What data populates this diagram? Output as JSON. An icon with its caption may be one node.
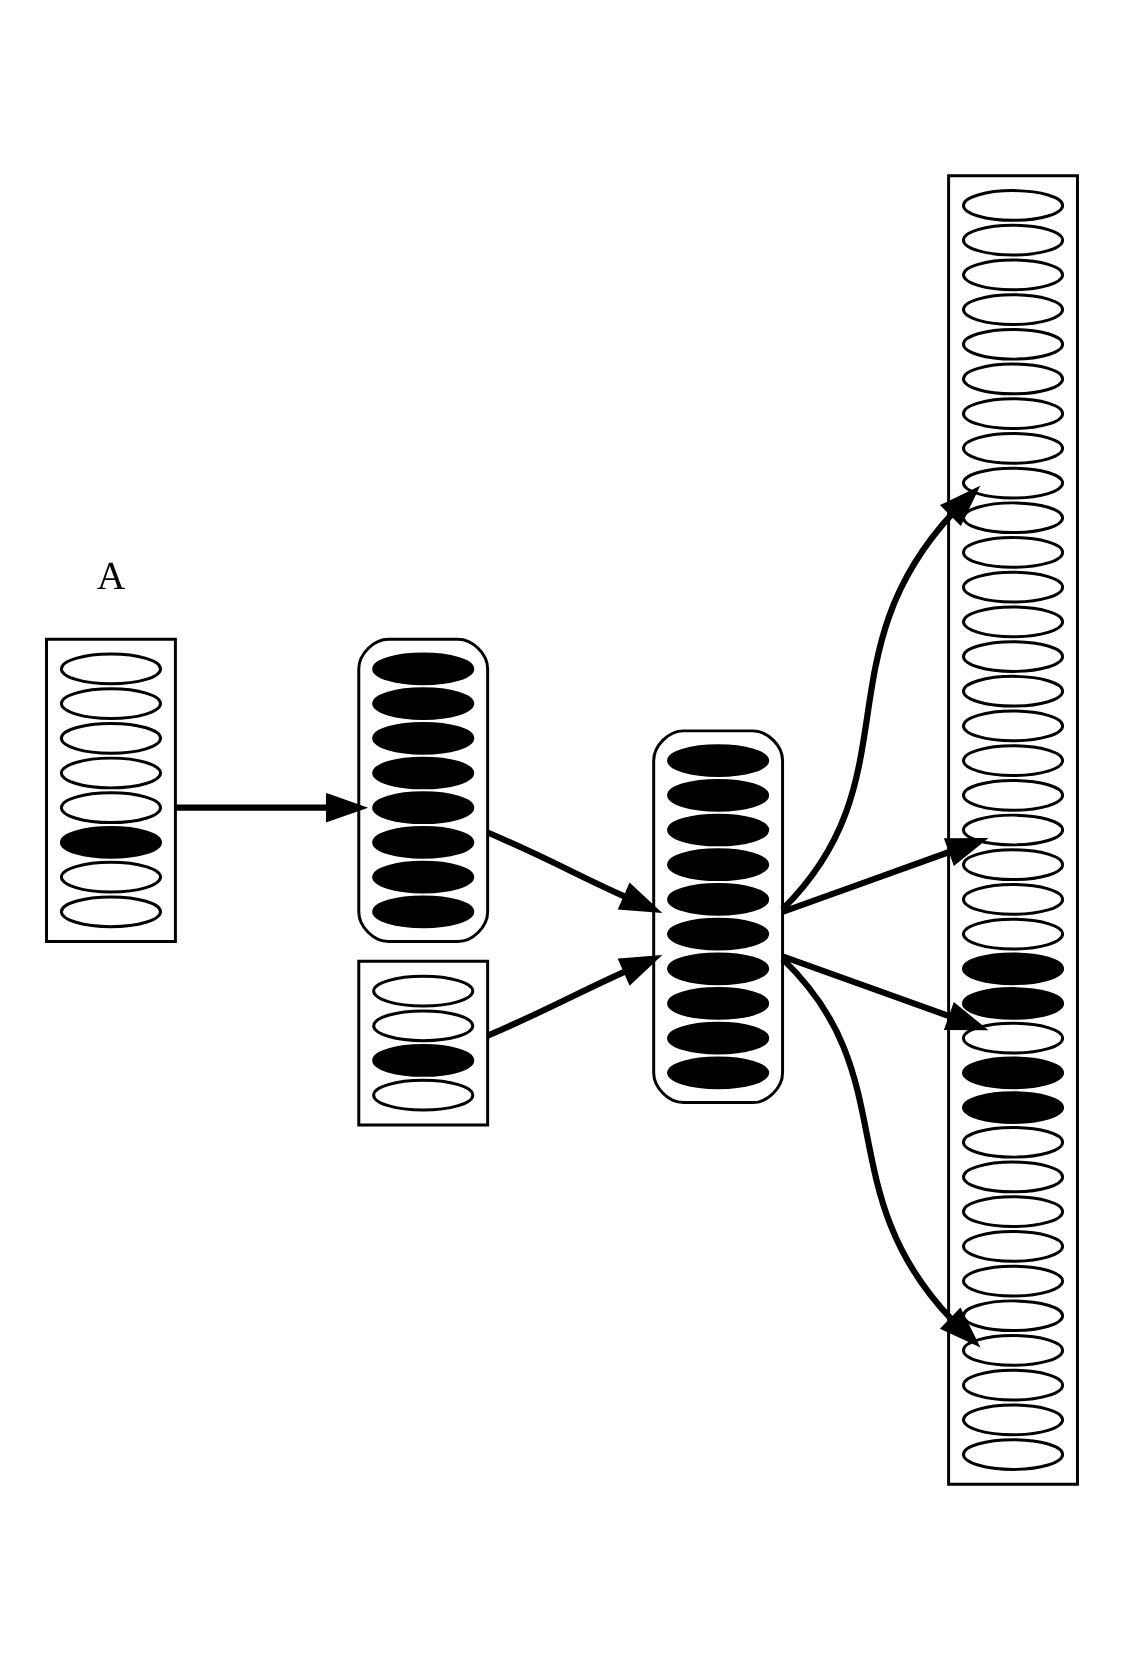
{
  "diagram": {
    "nodes": [
      {
        "text": [],
        "shape": "box"
      },
      {
        "text": [],
        "shape": "ellipse",
        "in": 0
      },
      {
        "text": [],
        "shape": "ellipse",
        "in": 0
      },
      {
        "text": [],
        "shape": "ellipse",
        "in": 0
      },
      {
        "text": [],
        "shape": "ellipse",
        "in": 0
      },
      {
        "text": [],
        "shape": "ellipse",
        "in": 0
      },
      {
        "text": [],
        "shape": "disc",
        "in": 0
      },
      {
        "text": [],
        "shape": "ellipse",
        "in": 0
      },
      {
        "text": [],
        "shape": "ellipse",
        "in": 0
      },
      {
        "text": [],
        "shape": "box"
      },
      {
        "text": [],
        "shape": "ellipse",
        "in": 9
      },
      {
        "text": [],
        "shape": "ellipse",
        "in": 9
      },
      {
        "text": [],
        "shape": "disc",
        "in": 9
      },
      {
        "text": [],
        "shape": "ellipse",
        "in": 9
      },
      {
        "text": [],
        "shape": "ellipse"
      },
      {
        "text": [],
        "shape": "disc",
        "in": 14
      },
      {
        "text": [],
        "shape": "disc",
        "in": 14
      },
      {
        "text": [],
        "shape": "disc",
        "in": 14
      },
      {
        "text": [],
        "shape": "disc",
        "in": 14
      },
      {
        "text": [],
        "shape": "disc",
        "in": 14
      },
      {
        "text": [],
        "shape": "disc",
        "in": 14
      },
      {
        "text": [],
        "shape": "disc",
        "in": 14
      },
      {
        "text": [],
        "shape": "disc",
        "in": 14
      },
      {
        "text": [],
        "shape": "ellipse"
      },
      {
        "text": [],
        "shape": "disc",
        "in": 23
      },
      {
        "text": [],
        "shape": "disc",
        "in": 23
      },
      {
        "text": [],
        "shape": "disc",
        "in": 23
      },
      {
        "text": [],
        "shape": "disc",
        "in": 23
      },
      {
        "text": [],
        "shape": "disc",
        "in": 23
      },
      {
        "text": [],
        "shape": "disc",
        "in": 23
      },
      {
        "text": [],
        "shape": "disc",
        "in": 23
      },
      {
        "text": [],
        "shape": "disc",
        "in": 23
      },
      {
        "text": [],
        "shape": "disc",
        "in": 23
      },
      {
        "text": [],
        "shape": "disc",
        "in": 23
      },
      {
        "text": [],
        "shape": "box"
      },
      {
        "text": [],
        "shape": "ellipse",
        "in": 34
      },
      {
        "text": [],
        "shape": "ellipse",
        "in": 34
      },
      {
        "text": [],
        "shape": "ellipse",
        "in": 34
      },
      {
        "text": [],
        "shape": "ellipse",
        "in": 34
      },
      {
        "text": [],
        "shape": "ellipse",
        "in": 34
      },
      {
        "text": [],
        "shape": "ellipse",
        "in": 34
      },
      {
        "text": [],
        "shape": "ellipse",
        "in": 34
      },
      {
        "text": [],
        "shape": "ellipse",
        "in": 34
      },
      {
        "text": [],
        "shape": "ellipse",
        "in": 34
      },
      {
        "text": [],
        "shape": "ellipse",
        "in": 34
      },
      {
        "text": [],
        "shape": "ellipse",
        "in": 34
      },
      {
        "text": [],
        "shape": "ellipse",
        "in": 34
      },
      {
        "text": [],
        "shape": "ellipse",
        "in": 34
      },
      {
        "text": [],
        "shape": "ellipse",
        "in": 34
      },
      {
        "text": [],
        "shape": "ellipse",
        "in": 34
      },
      {
        "text": [],
        "shape": "ellipse",
        "in": 34
      },
      {
        "text": [],
        "shape": "ellipse",
        "in": 34
      },
      {
        "text": [],
        "shape": "ellipse",
        "in": 34
      },
      {
        "text": [],
        "shape": "ellipse",
        "in": 34
      },
      {
        "text": [],
        "shape": "ellipse",
        "in": 34
      },
      {
        "text": [],
        "shape": "ellipse",
        "in": 34
      },
      {
        "text": [],
        "shape": "ellipse",
        "in": 34
      },
      {
        "text": [],
        "shape": "disc",
        "in": 34
      },
      {
        "text": [],
        "shape": "disc",
        "in": 34
      },
      {
        "text": [],
        "shape": "ellipse",
        "in": 34
      },
      {
        "text": [],
        "shape": "disc",
        "in": 34
      },
      {
        "text": [],
        "shape": "disc",
        "in": 34
      },
      {
        "text": [],
        "shape": "ellipse",
        "in": 34
      },
      {
        "text": [],
        "shape": "ellipse",
        "in": 34
      },
      {
        "text": [],
        "shape": "ellipse",
        "in": 34
      },
      {
        "text": [],
        "shape": "ellipse",
        "in": 34
      },
      {
        "text": [],
        "shape": "ellipse",
        "in": 34
      },
      {
        "text": [],
        "shape": "ellipse",
        "in": 34
      },
      {
        "text": [],
        "shape": "ellipse",
        "in": 34
      },
      {
        "text": [],
        "shape": "ellipse",
        "in": 34
      },
      {
        "text": [],
        "shape": "ellipse",
        "in": 34
      },
      {
        "text": [],
        "shape": "ellipse",
        "in": 34
      }
    ],
    "edges": [
      {
        "from": 0,
        "to": 14,
        "arrow": "to"
      },
      {
        "from": 14,
        "to": 23,
        "arrow": "to"
      },
      {
        "from": 9,
        "to": 23,
        "arrow": "to"
      },
      {
        "from": 23,
        "to": 43,
        "arrow": "to"
      },
      {
        "from": 23,
        "to": 53,
        "arrow": "to"
      },
      {
        "from": 23,
        "to": 59,
        "arrow": "to"
      },
      {
        "from": 23,
        "to": 68,
        "arrow": "to"
      }
    ],
    "labels": [
      "A"
    ]
  }
}
